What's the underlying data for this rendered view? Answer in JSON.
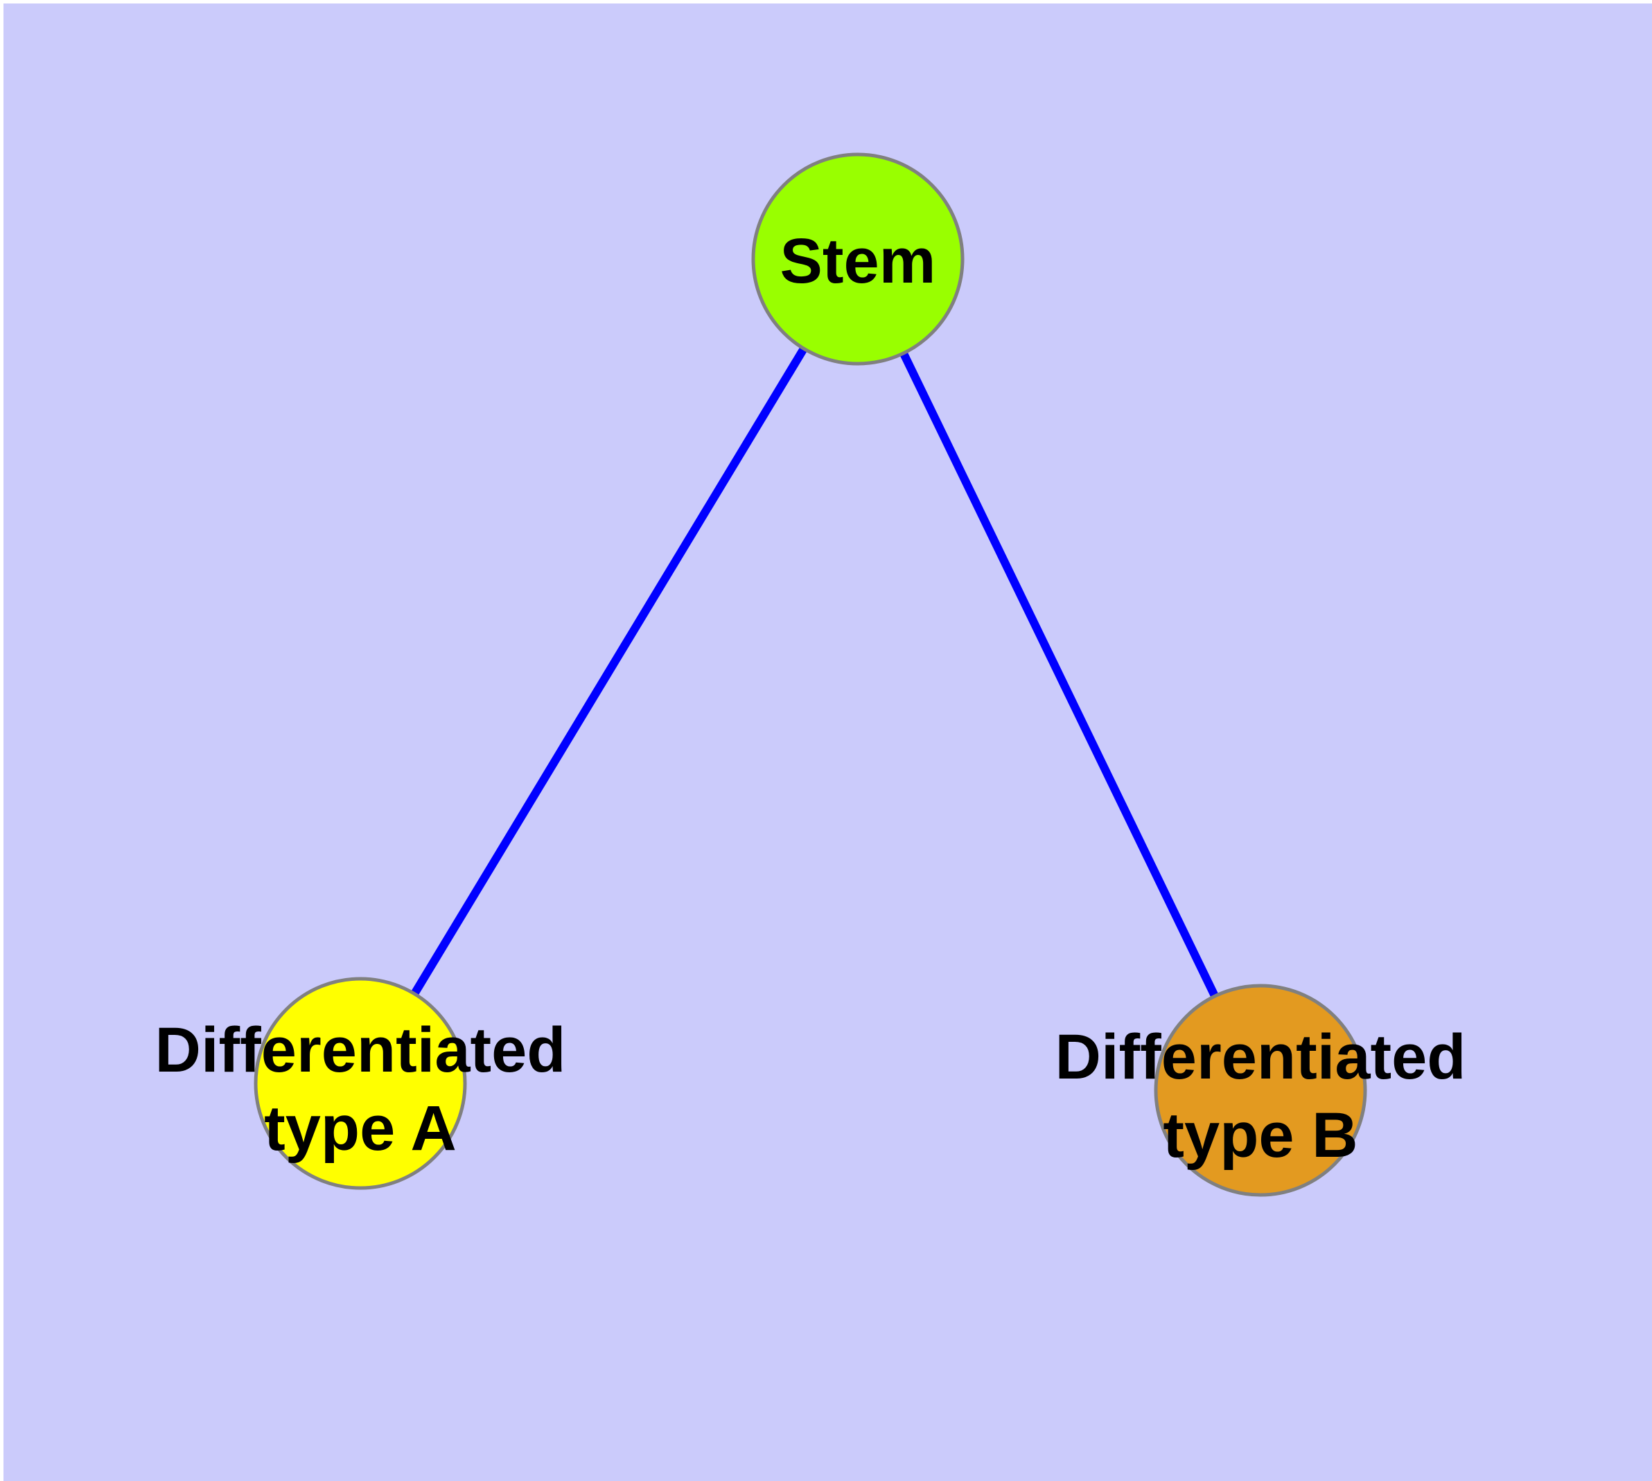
{
  "canvas": {
    "background": "#CBCBFB",
    "outer_border": "#FFFFFF"
  },
  "graph": {
    "edge_color": "#0000FF",
    "node_border_color": "#808080",
    "text_color": "#000000",
    "nodes": [
      {
        "id": "stem",
        "label": "Stem",
        "label_line1": "Stem",
        "label_line2": "",
        "fill": "#99FF00"
      },
      {
        "id": "type-a",
        "label": "Differentiated type A",
        "label_line1": "Differentiated",
        "label_line2": "type A",
        "fill": "#FFFF00"
      },
      {
        "id": "type-b",
        "label": "Differentiated type B",
        "label_line1": "Differentiated",
        "label_line2": "type B",
        "fill": "#E39A20"
      }
    ],
    "edges": [
      {
        "from": "Stem",
        "to": "Differentiated type A"
      },
      {
        "from": "Stem",
        "to": "Differentiated type B"
      }
    ]
  }
}
